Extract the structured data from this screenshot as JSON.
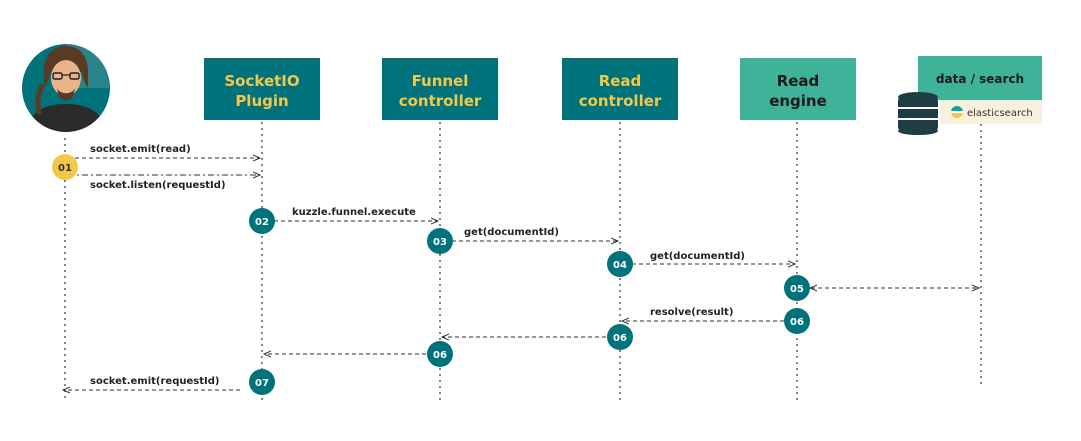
{
  "colors": {
    "teal_dark": "#00727c",
    "teal_light": "#3fb39a",
    "actor_box_text": "#f3c84a",
    "engine_text": "#1a1a1a",
    "step_user": "#f3c84a",
    "datastore_bg": "#3fb39a",
    "es_badge_bg": "#f7f1dd",
    "line": "#333333"
  },
  "participants": [
    {
      "id": "socketio",
      "line1": "SocketIO",
      "line2": "Plugin"
    },
    {
      "id": "funnel",
      "line1": "Funnel",
      "line2": "controller"
    },
    {
      "id": "readctl",
      "line1": "Read",
      "line2": "controller"
    },
    {
      "id": "engine",
      "line1": "Read",
      "line2": "engine"
    }
  ],
  "datastore": {
    "title": "data / search",
    "badge": "elasticsearch",
    "icon": "database-icon"
  },
  "user": {
    "icon": "user-avatar-icon"
  },
  "steps": [
    {
      "label": "01"
    },
    {
      "label": "02"
    },
    {
      "label": "03"
    },
    {
      "label": "04"
    },
    {
      "label": "05"
    },
    {
      "label": "06"
    },
    {
      "label": "06"
    },
    {
      "label": "06"
    },
    {
      "label": "07"
    }
  ],
  "messages": [
    {
      "label": "socket.emit(read)"
    },
    {
      "label": "socket.listen(requestId)"
    },
    {
      "label": "kuzzle.funnel.execute"
    },
    {
      "label": "get(documentId)"
    },
    {
      "label": "get(documentId)"
    },
    {
      "label": "resolve(result)"
    },
    {
      "label": "socket.emit(requestId)"
    }
  ]
}
